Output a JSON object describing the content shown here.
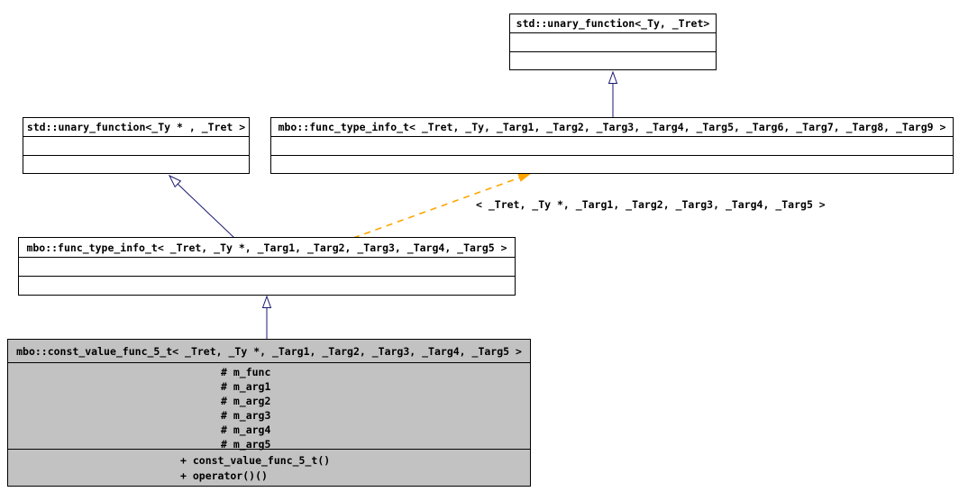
{
  "diagram": {
    "kind": "uml-class-inheritance-diagram",
    "colors": {
      "inheritance_arrow": "#191970",
      "template_relation_arrow": "#ffa500",
      "selected_node_fill": "#c2c2c2",
      "node_fill": "#ffffff",
      "border": "#000000",
      "background": "#ffffff"
    },
    "nodes": {
      "unary_function_ty": {
        "title": "std::unary_function<_Ty, _Tret>"
      },
      "unary_function_typtr": {
        "title": "std::unary_function<_Ty * , _Tret >"
      },
      "func_type_info_9": {
        "title": "mbo::func_type_info_t< _Tret, _Ty, _Targ1, _Targ2, _Targ3, _Targ4, _Targ5, _Targ6, _Targ7, _Targ8, _Targ9 >"
      },
      "func_type_info_5": {
        "title": "mbo::func_type_info_t< _Tret, _Ty *, _Targ1, _Targ2, _Targ3, _Targ4, _Targ5 >"
      },
      "const_value_func_5": {
        "title": "mbo::const_value_func_5_t< _Tret, _Ty *, _Targ1, _Targ2, _Targ3, _Targ4, _Targ5 >",
        "attributes": [
          "# m_func",
          "# m_arg1",
          "# m_arg2",
          "# m_arg3",
          "# m_arg4",
          "# m_arg5"
        ],
        "methods": [
          "+ const_value_func_5_t()",
          "+ operator()()"
        ]
      }
    },
    "edge_label": "< _Tret, _Ty *, _Targ1, _Targ2, _Targ3, _Targ4, _Targ5 >"
  }
}
